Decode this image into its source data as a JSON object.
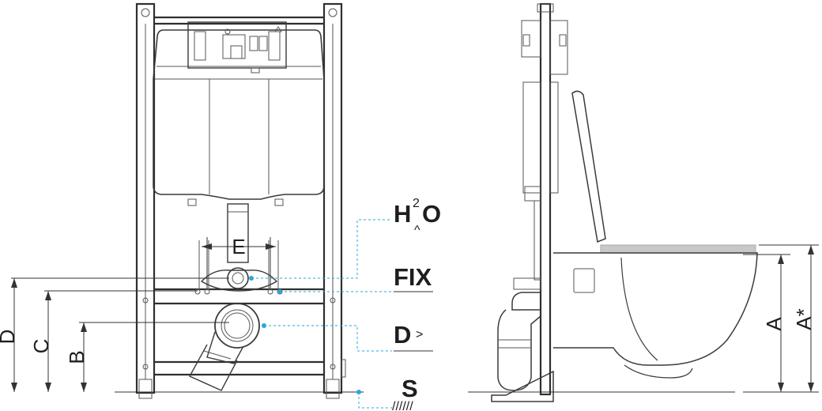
{
  "front_view": {
    "label_e": "E",
    "dim_d": "D",
    "dim_c": "C",
    "dim_b": "B"
  },
  "side_view": {
    "dim_a": "A",
    "dim_a_star": "A*"
  },
  "callouts": {
    "water_main": "H",
    "water_sup": "2",
    "water_o": "O",
    "water_caret": "^",
    "fix": "FIX",
    "drain": "D",
    "drain_symbol": ">",
    "floor": "S",
    "floor_hatch": "//////"
  },
  "colors": {
    "leader": "#2ba6de",
    "line": "#3a3a3a",
    "seat": "#c8c8c8"
  }
}
